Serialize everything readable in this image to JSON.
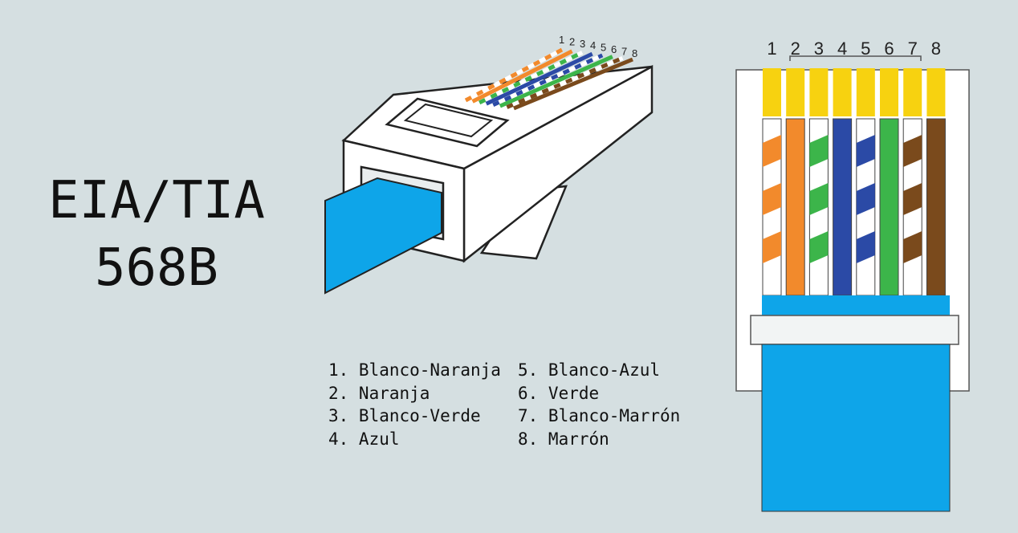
{
  "title": {
    "line1": "EIA/TIA",
    "line2": "568B"
  },
  "pin_numbers": [
    "1",
    "2",
    "3",
    "4",
    "5",
    "6",
    "7",
    "8"
  ],
  "legend": [
    {
      "label": "1. Blanco-Naranja"
    },
    {
      "label": "2. Naranja"
    },
    {
      "label": "3. Blanco-Verde"
    },
    {
      "label": "4. Azul"
    },
    {
      "label": "5. Blanco-Azul"
    },
    {
      "label": "6. Verde"
    },
    {
      "label": "7. Blanco-Marrón"
    },
    {
      "label": "8. Marrón"
    }
  ],
  "wires": [
    {
      "color": "#f28a2c",
      "striped": true
    },
    {
      "color": "#f28a2c",
      "striped": false
    },
    {
      "color": "#3cb54a",
      "striped": true
    },
    {
      "color": "#2b4aa6",
      "striped": false
    },
    {
      "color": "#2b4aa6",
      "striped": true
    },
    {
      "color": "#3cb54a",
      "striped": false
    },
    {
      "color": "#7a4a1c",
      "striped": true
    },
    {
      "color": "#7a4a1c",
      "striped": false
    }
  ],
  "colors": {
    "cable": "#0ea5e9",
    "contacts": "#f7d210",
    "background": "#d5dfe1"
  }
}
